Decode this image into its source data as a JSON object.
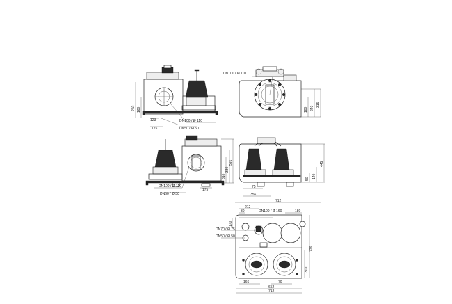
{
  "views": {
    "side_left": {
      "labels": {
        "pipe_top": "DN100 / Ø 110",
        "pipe_bottom": "DN50 / Ø 50",
        "h250": "250",
        "h160": "160",
        "w123": "123",
        "w175": "175"
      }
    },
    "side_right": {
      "labels": {
        "pipe": "DN100 / Ø 110",
        "h180": "180",
        "h240": "240",
        "h315": "315"
      }
    },
    "front_left": {
      "labels": {
        "pipe_top": "DN100 / Ø 110",
        "pipe_bottom": "DN50 / Ø 50",
        "h310": "310",
        "h380": "380",
        "h591": "591",
        "w175": "175"
      }
    },
    "front_right": {
      "labels": {
        "h50": "50",
        "h140": "140",
        "h445": "445",
        "w75": "75",
        "w356": "356",
        "w712": "712"
      }
    },
    "top": {
      "labels": {
        "w212": "212",
        "w30": "30",
        "w180": "180",
        "pipe_top": "DN100 / Ø 160",
        "pipe_mid": "DN70 / Ø 75",
        "pipe_bottom": "DN50 / Ø 50",
        "h170": "170",
        "h726": "726",
        "h300": "300",
        "w166": "166",
        "w652": "652",
        "w712": "712",
        "w70": "70"
      }
    }
  }
}
